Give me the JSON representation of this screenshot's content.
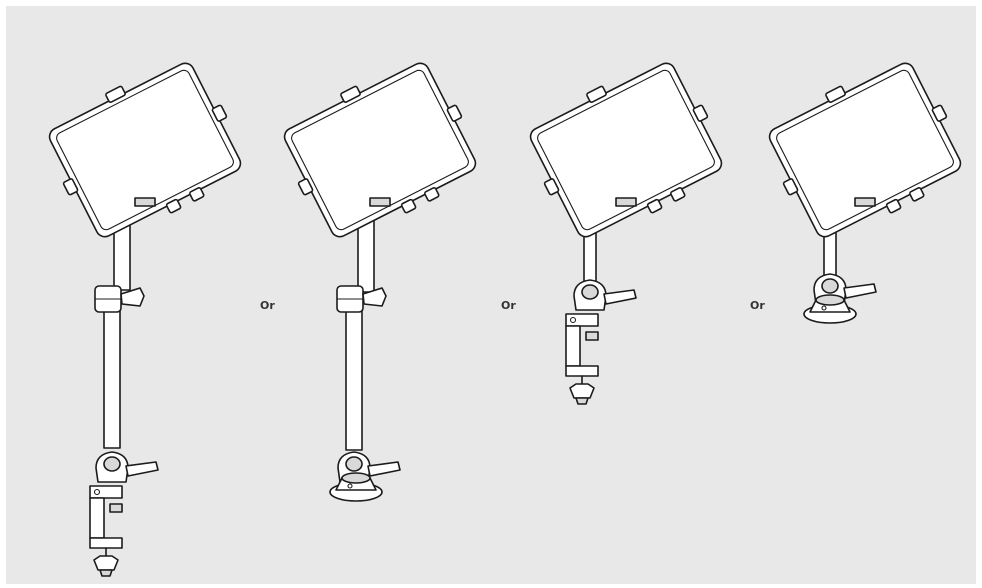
{
  "separators": [
    "Or",
    "Or",
    "Or"
  ]
}
